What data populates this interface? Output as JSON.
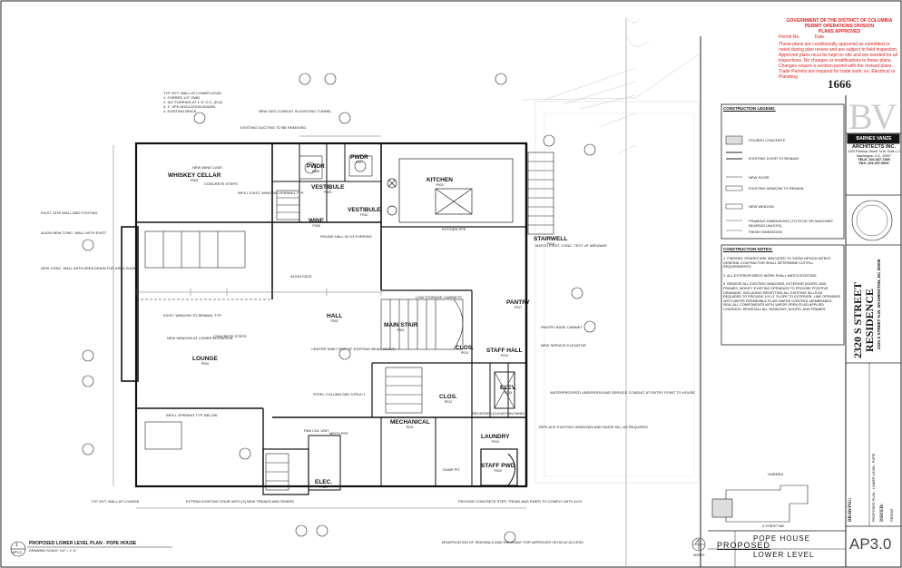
{
  "stamp": {
    "title": "GOVERNMENT OF THE DISTRICT OF COLUMBIA",
    "division": "PERMIT OPERATIONS DIVISION",
    "status": "PLANS APPROVED",
    "permit_label": "Permit No.",
    "date_label": "Date",
    "body": "These plans are conditionally approved as submitted or noted during plan review and are subject to field inspection. Approved plans must be kept on site and are needed for all inspections. No changes or modifications to these plans. Changes require a revision permit with the revised plans. Trade Permits are required for trade work: ex. Electrical or Plumbing",
    "number": "1666"
  },
  "legend": {
    "title": "CONSTRUCTION LEGEND:",
    "items": [
      "POURED CONCRETE",
      "EXISTING DOOR TO REMAIN",
      "NEW DOOR",
      "EXISTING WINDOW TO REMAIN",
      "NEW WINDOW",
      "FRAMING DIMENSIONS (TO STUD OR MASONRY BEARING UNLESS)",
      "FINISH DIMENSION"
    ]
  },
  "notes": {
    "title": "CONSTRUCTION NOTES:",
    "items": [
      "1. FINISHED GRADES ARE INDICATED TO SHOW DESIGN INTENT. GENERAL CONTRACTOR SHALL DETERMINE CUT/FILL REQUIREMENTS",
      "2. ALL EXTERIOR BRICK WORK SHALL MATCH EXISTING",
      "3. REMOVE ALL EXISTING WINDOWS, EXTERIOR DOORS, AND FRAMES. MODIFY EXISTING OPENINGS TO PROVIDE POSITIVE DRAINAGE, INCLUDING RESETTING ALL EXISTING SILLS AS REQUIRED TO PROVIDE 1/4\"=1' SLOPE TO EXTERIOR. LINE OPENINGS WITH VAPOR PERMEABLE FLUID WATER CONTROL MEMBRANES. SEAL ALL COMPONENTS WITH VAPOR OPEN FLUID APPLIED COATINGS. REINSTALL ALL WINDOWS, DOORS, AND FRAMES."
    ]
  },
  "firm": {
    "name_bar": "BARNES VANZE",
    "name": "ARCHITECTS INC.",
    "address": "1000 Potomac Street, N.W. Suite L-2 Washington, D.C. 20007",
    "tel": "TELE: 202.337.7255",
    "fax": "FAX: 202.337.0609",
    "logo": "BV"
  },
  "project": {
    "title": "2320 S STREET",
    "subtitle": "RESIDENCE",
    "address": "2320 S STREET N.W. WASHINGTON, DC 20008",
    "drawing_label": "DRAWING:",
    "drawing_name": "PROPOSED PLAN - LOWER LEVEL, POPE",
    "issued_label": "ISSUED:",
    "issued_value": "PERMIT"
  },
  "footer": {
    "proposed": "PROPOSED",
    "building": "POPE HOUSE",
    "level": "LOWER LEVEL",
    "sheet": "AP3.0",
    "plan_title": "PROPOSED LOWER LEVEL PLAN - POPE HOUSE",
    "plan_scale": "DRAWING SCALE: 1/4\" = 1'-0\"",
    "plan_num": "1",
    "plan_sheet": "AP3.0",
    "north": "NORTH"
  },
  "key_plan": {
    "label": "GARDEN",
    "street": "S STREET NW"
  },
  "rooms": [
    {
      "name": "WHISKEY CELLAR",
      "code": "P005"
    },
    {
      "name": "WINE",
      "code": "P008"
    },
    {
      "name": "VESTIBULE",
      "code": "P009"
    },
    {
      "name": "VESTIBULE",
      "code": "P010"
    },
    {
      "name": "PWDR",
      "code": "P006"
    },
    {
      "name": "PWDR",
      "code": "P007"
    },
    {
      "name": "KITCHEN",
      "code": "P003"
    },
    {
      "name": "HALL",
      "code": "P002"
    },
    {
      "name": "MAIN STAIR",
      "code": "P001"
    },
    {
      "name": "LOUNGE",
      "code": "P004"
    },
    {
      "name": "MECHANICAL",
      "code": "P011"
    },
    {
      "name": "LAUNDRY",
      "code": "P016"
    },
    {
      "name": "STAIRWELL",
      "code": "P018"
    },
    {
      "name": "STAFF HALL",
      "code": "P014"
    },
    {
      "name": "ELEV.",
      "code": "P015"
    },
    {
      "name": "PANTRY",
      "code": "P017"
    },
    {
      "name": "CLOS.",
      "code": "P013"
    },
    {
      "name": "CLOS.",
      "code": "P012"
    },
    {
      "name": "ELEC.",
      "code": "P019"
    },
    {
      "name": "STAFF PWD",
      "code": "P020"
    }
  ],
  "annotations": [
    "TYP. EXT. WALL AT LOWER LEVEL",
    "1. FURRED 1/2\" GWB",
    "2. 3/4\" FURRING AT 1' 6\" O.C. (R-8)",
    "3. 1\" XPS INSULATION BOARD",
    "4. EXISTING BRICK",
    "NEW GEO CONDUIT IN EXISTING TUNNEL",
    "EXISTING DUCTING TO BE REMOVED",
    "INFILL EXIST. WINDOW OPENING TYP.",
    "CONCRETE STEPS",
    "NEW WINE CASE",
    "ALIGN FACE",
    "CONCRETE STEPS",
    "NEW WINDOW AT LOWER ELEVATION",
    "ROUND HALL IN 1/4 FURRING",
    "KITCHEN PFE",
    "MATCH EXIST. CONC. TEXT. AT AREAWAY",
    "EXIST. WINDOW TO REMAIN, TYP.",
    "CENTER INSET END OF EXISTING BEAM ABOVE",
    "LOW STORAGE CABINETS",
    "PANTRY BASE CABINET",
    "NEW SERVICE ELEVATOR",
    "STEEL COLUMN SEE STRUCT.",
    "PAN COL UNIT",
    "INFILL OPENING TYP. BELOW",
    "EXTEND EXISTING STAIR WITH (3) NEW TREADS AND RISERS",
    "PROVIDE CONCRETE STEP, TREAD AND RISER TO COMPLY WITH DCG",
    "REPLACE EXISTING WINDOWS AND RAISE SILL AS REQUIRED",
    "WATERPROOFED UNDERGROUND SERVICE CONDUIT AT ENTRY POINT TO HOUSE",
    "MODIFICATION OF SIDEWALK AND DRIVEWAY FOR IMPROVED VEHICLE ACCESS",
    "RECESSED ELEVATION PANEL",
    "MECH PFE",
    "SUMP PIT",
    "EXIST. SITE WALL AND FOOTING",
    "ALIGN NEW CONC. WALL WITH EXIST",
    "NEW CONC. WALL WITH AREA DRAIN FOR AREA SUMP",
    "TYP. EXT. WALL AT LOUNGE"
  ]
}
